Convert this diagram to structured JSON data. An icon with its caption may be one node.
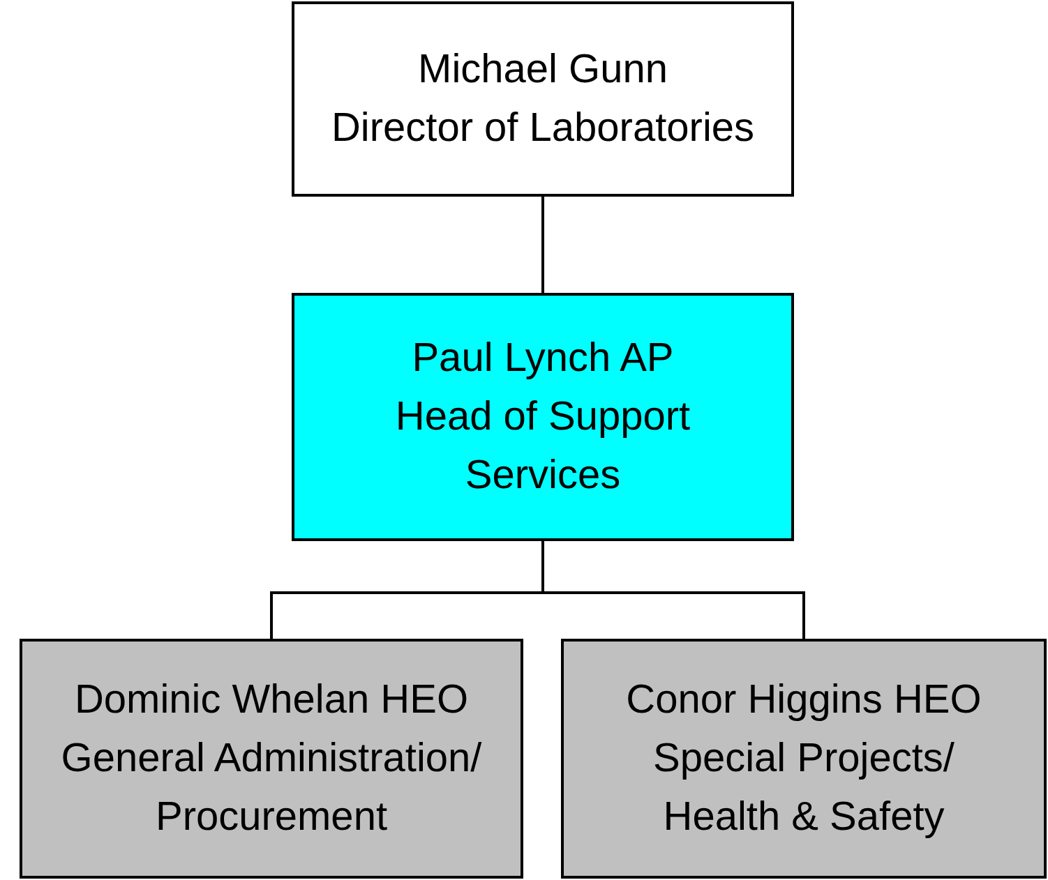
{
  "diagram": {
    "nodes": [
      {
        "text": [
          "Michael Gunn",
          "Director of Laboratories"
        ]
      },
      {
        "text": [
          "Paul Lynch AP",
          "Head of Support Services"
        ]
      },
      {
        "text": [
          "Dominic Whelan HEO",
          "General Administration/ Procurement"
        ]
      },
      {
        "text": [
          "Conor Higgins HEO",
          "Special Projects/ Health & Safety"
        ]
      }
    ],
    "edges": [
      {
        "from": 0,
        "to": 1,
        "arrow": "none"
      },
      {
        "from": 1,
        "to": 2,
        "arrow": "none"
      },
      {
        "from": 1,
        "to": 3,
        "arrow": "none"
      }
    ]
  }
}
